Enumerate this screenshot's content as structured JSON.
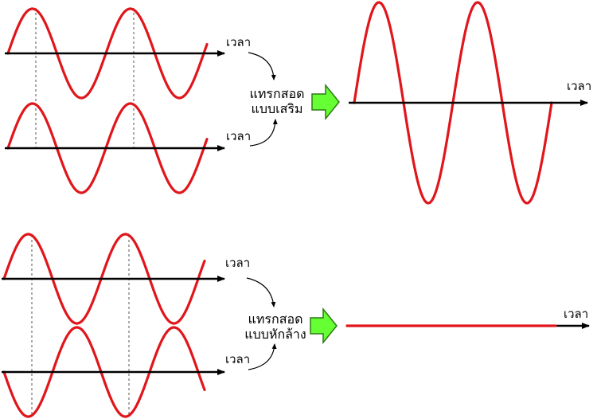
{
  "axis_label": "เวลา",
  "constructive": {
    "label_line1": "แทรกสอด",
    "label_line2": "แบบเสริม"
  },
  "destructive": {
    "label_line1": "แทรกสอด",
    "label_line2": "แบบหักล้าง"
  },
  "colors": {
    "wave": "#e0161b",
    "axis": "#000000",
    "arrow_fill": "#66ff33"
  }
}
